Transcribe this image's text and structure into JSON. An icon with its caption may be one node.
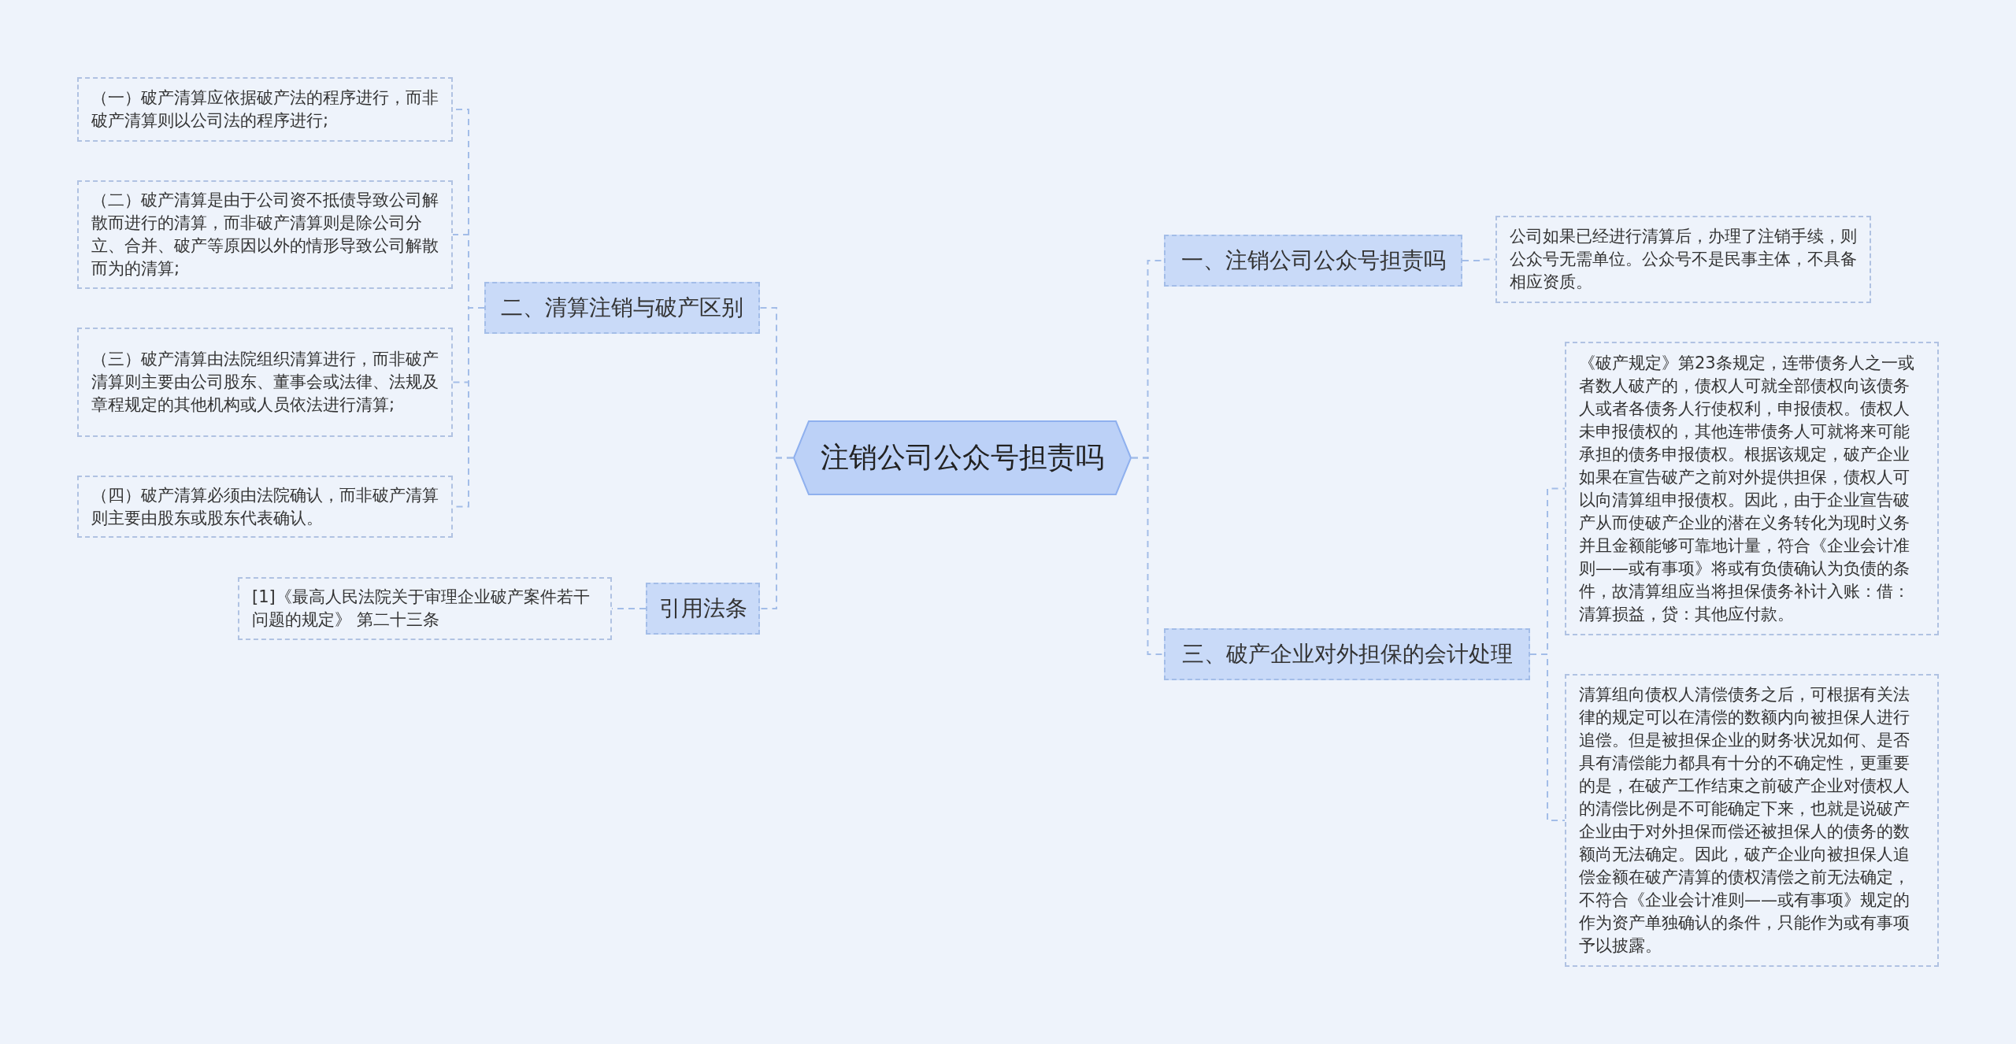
{
  "diagram": {
    "nodes": [
      {
        "text": [
          "注销公司公众号担责吗"
        ]
      },
      {
        "text": [
          "二、清算注销与破产区别"
        ]
      },
      {
        "text": [
          "（一）破产清算应依据破产法的程序进行，而非破产清算则以公司法的程序进行;"
        ]
      },
      {
        "text": [
          "（二）破产清算是由于公司资不抵债导致公司解散而进行的清算，而非破产清算则是除公司分立、合并、破产等原因以外的情形导致公司解散而为的清算;"
        ]
      },
      {
        "text": [
          "（三）破产清算由法院组织清算进行，而非破产清算则主要由公司股东、董事会或法律、法规及章程规定的其他机构或人员依法进行清算;"
        ]
      },
      {
        "text": [
          "（四）破产清算必须由法院确认，而非破产清算则主要由股东或股东代表确认。"
        ]
      },
      {
        "text": [
          "引用法条"
        ]
      },
      {
        "text": [
          "[1]《最高人民法院关于审理企业破产案件若干问题的规定》 第二十三条"
        ]
      },
      {
        "text": [
          "一、注销公司公众号担责吗"
        ]
      },
      {
        "text": [
          "公司如果已经进行清算后，办理了注销手续，则公众号无需单位。公众号不是民事主体，不具备相应资质。"
        ]
      },
      {
        "text": [
          "三、破产企业对外担保的会计处理"
        ]
      },
      {
        "text": [
          "《破产规定》第23条规定，连带债务人之一或者数人破产的，债权人可就全部债权向该债务人或者各债务人行使权利，申报债权。债权人未申报债权的，其他连带债务人可就将来可能承担的债务申报债权。根据该规定，破产企业如果在宣告破产之前对外提供担保，债权人可以向清算组申报债权。因此，由于企业宣告破产从而使破产企业的潜在义务转化为现时义务并且金额能够可靠地计量，符合《企业会计准则——或有事项》将或有负债确认为负债的条件，故清算组应当将担保债务补计入账：借：清算损益，贷：其他应付款。"
        ]
      },
      {
        "text": [
          "清算组向债权人清偿债务之后，可根据有关法律的规定可以在清偿的数额内向被担保人进行追偿。但是被担保企业的财务状况如何、是否具有清偿能力都具有十分的不确定性，更重要的是，在破产工作结束之前破产企业对债权人的清偿比例是不可能确定下来，也就是说破产企业由于对外担保而偿还被担保人的债务的数额尚无法确定。因此，破产企业向被担保人追偿金额在破产清算的债权清偿之前无法确定，不符合《企业会计准则——或有事项》规定的作为资产单独确认的条件，只能作为或有事项予以披露。"
        ]
      }
    ],
    "edges": [
      {
        "from": 0,
        "to": 1,
        "arrow": "none"
      },
      {
        "from": 1,
        "to": 2,
        "arrow": "none"
      },
      {
        "from": 1,
        "to": 3,
        "arrow": "none"
      },
      {
        "from": 1,
        "to": 4,
        "arrow": "none"
      },
      {
        "from": 1,
        "to": 5,
        "arrow": "none"
      },
      {
        "from": 0,
        "to": 6,
        "arrow": "none"
      },
      {
        "from": 6,
        "to": 7,
        "arrow": "none"
      },
      {
        "from": 0,
        "to": 8,
        "arrow": "none"
      },
      {
        "from": 8,
        "to": 9,
        "arrow": "none"
      },
      {
        "from": 0,
        "to": 10,
        "arrow": "none"
      },
      {
        "from": 10,
        "to": 11,
        "arrow": "none"
      },
      {
        "from": 10,
        "to": 12,
        "arrow": "none"
      }
    ]
  }
}
